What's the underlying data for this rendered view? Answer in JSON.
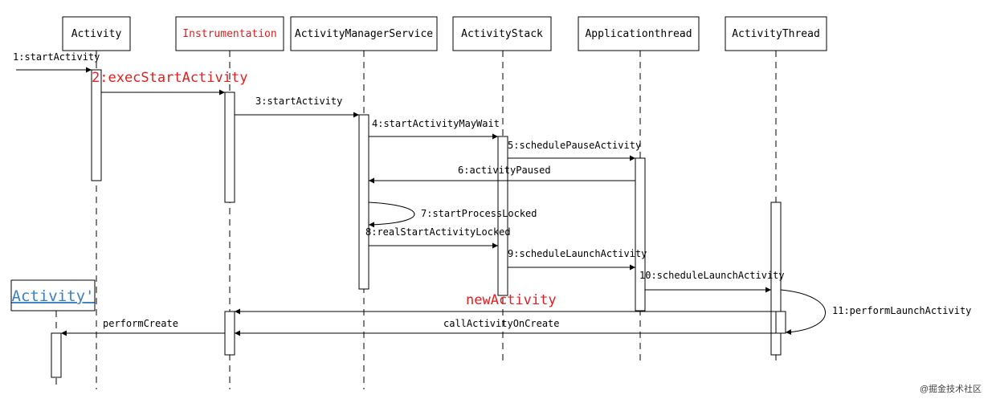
{
  "participants": [
    {
      "key": "activity",
      "label": "Activity",
      "color": "#000000"
    },
    {
      "key": "instrumentation",
      "label": "Instrumentation",
      "color": "#d62020"
    },
    {
      "key": "ams",
      "label": "ActivityManagerService",
      "color": "#000000"
    },
    {
      "key": "stack",
      "label": "ActivityStack",
      "color": "#000000"
    },
    {
      "key": "appthread",
      "label": "Applicationthread",
      "color": "#000000"
    },
    {
      "key": "activitythread",
      "label": "ActivityThread",
      "color": "#000000"
    }
  ],
  "new_participant": {
    "label": "Activity'",
    "color": "#3a7fc4"
  },
  "messages": [
    {
      "key": "m1",
      "label": "1:startActivity"
    },
    {
      "key": "m2",
      "label": "2:execStartActivity",
      "color": "#e02020"
    },
    {
      "key": "m3",
      "label": "3:startActivity"
    },
    {
      "key": "m4",
      "label": "4:startActivityMayWait"
    },
    {
      "key": "m5",
      "label": "5:schedulePauseActivity"
    },
    {
      "key": "m6",
      "label": "6:activityPaused"
    },
    {
      "key": "m7",
      "label": "7:startProcessLocked"
    },
    {
      "key": "m8",
      "label": "8:realStartActivityLocked"
    },
    {
      "key": "m9",
      "label": "9:scheduleLaunchActivity"
    },
    {
      "key": "m10",
      "label": "10:scheduleLaunchActivity"
    },
    {
      "key": "m11",
      "label": "11:performLaunchActivity"
    },
    {
      "key": "new",
      "label": "newActivity",
      "color": "#e02020"
    },
    {
      "key": "callcreate",
      "label": "callActivityOnCreate"
    },
    {
      "key": "performcreate",
      "label": "performCreate"
    }
  ],
  "watermark": "@掘金技术社区"
}
